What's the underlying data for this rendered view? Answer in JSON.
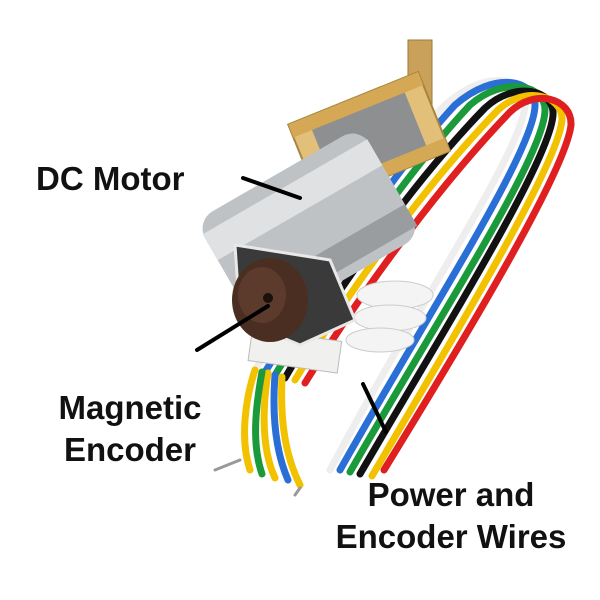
{
  "labels": {
    "dc_motor": "DC Motor",
    "encoder_line1": "Magnetic",
    "encoder_line2": "Encoder",
    "wires_line1": "Power and",
    "wires_line2": "Encoder Wires"
  },
  "colors": {
    "gearbox": "#d9b36a",
    "motor_body": "#b9bcbf",
    "encoder_cap": "#4a2e22",
    "wires": [
      "#e02020",
      "#f2c200",
      "#111111",
      "#1a9a3a",
      "#2a6fd6",
      "#f2f2f2"
    ]
  }
}
